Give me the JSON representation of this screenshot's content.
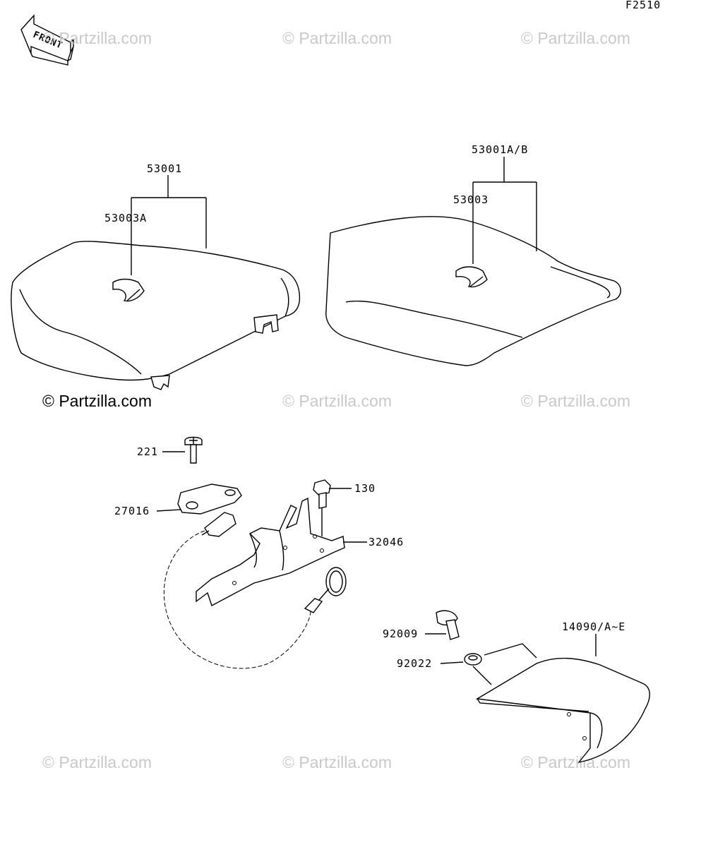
{
  "figure_code": "F2510",
  "front_label": "FRONT",
  "watermark": "© Partzilla.com",
  "parts": {
    "p53001": "53001",
    "p53003A": "53003A",
    "p53001AB": "53001A/B",
    "p53003": "53003",
    "p221": "221",
    "p27016": "27016",
    "p130": "130",
    "p32046": "32046",
    "p92009": "92009",
    "p92022": "92022",
    "p14090": "14090/A~E"
  }
}
